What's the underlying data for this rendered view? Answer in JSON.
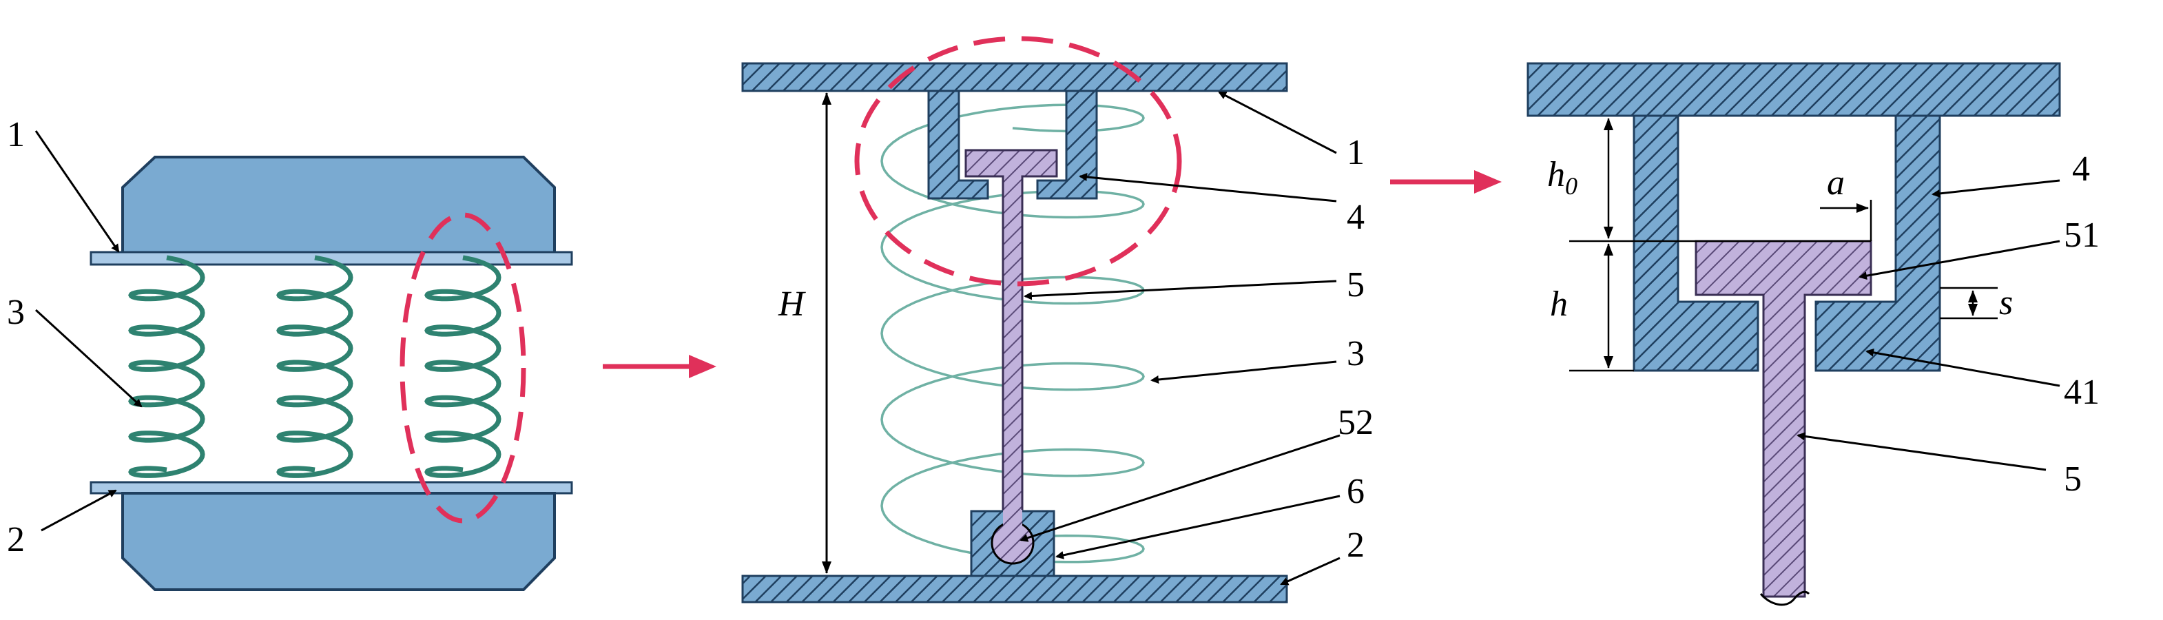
{
  "panel1": {
    "labels": [
      "1",
      "3",
      "2"
    ]
  },
  "panel2": {
    "labels": [
      "1",
      "4",
      "5",
      "3",
      "52",
      "6",
      "2"
    ],
    "dimension": "H"
  },
  "panel3": {
    "labels": [
      "4",
      "51",
      "41",
      "5"
    ],
    "dim_h0": "h",
    "dim_h0_sub": "0",
    "dim_h": "h",
    "dim_a": "a",
    "dim_s": "s"
  },
  "colors": {
    "plate_fill": "#7aaad1",
    "plate_stroke": "#1f3f5f",
    "spring": "#2e8270",
    "spring_light": "#6fb1a4",
    "highlight": "#e0305a",
    "rod_fill": "#b9a8d6",
    "hatch": "#1f3f5f"
  },
  "icons": [
    "arrow-right-icon"
  ]
}
